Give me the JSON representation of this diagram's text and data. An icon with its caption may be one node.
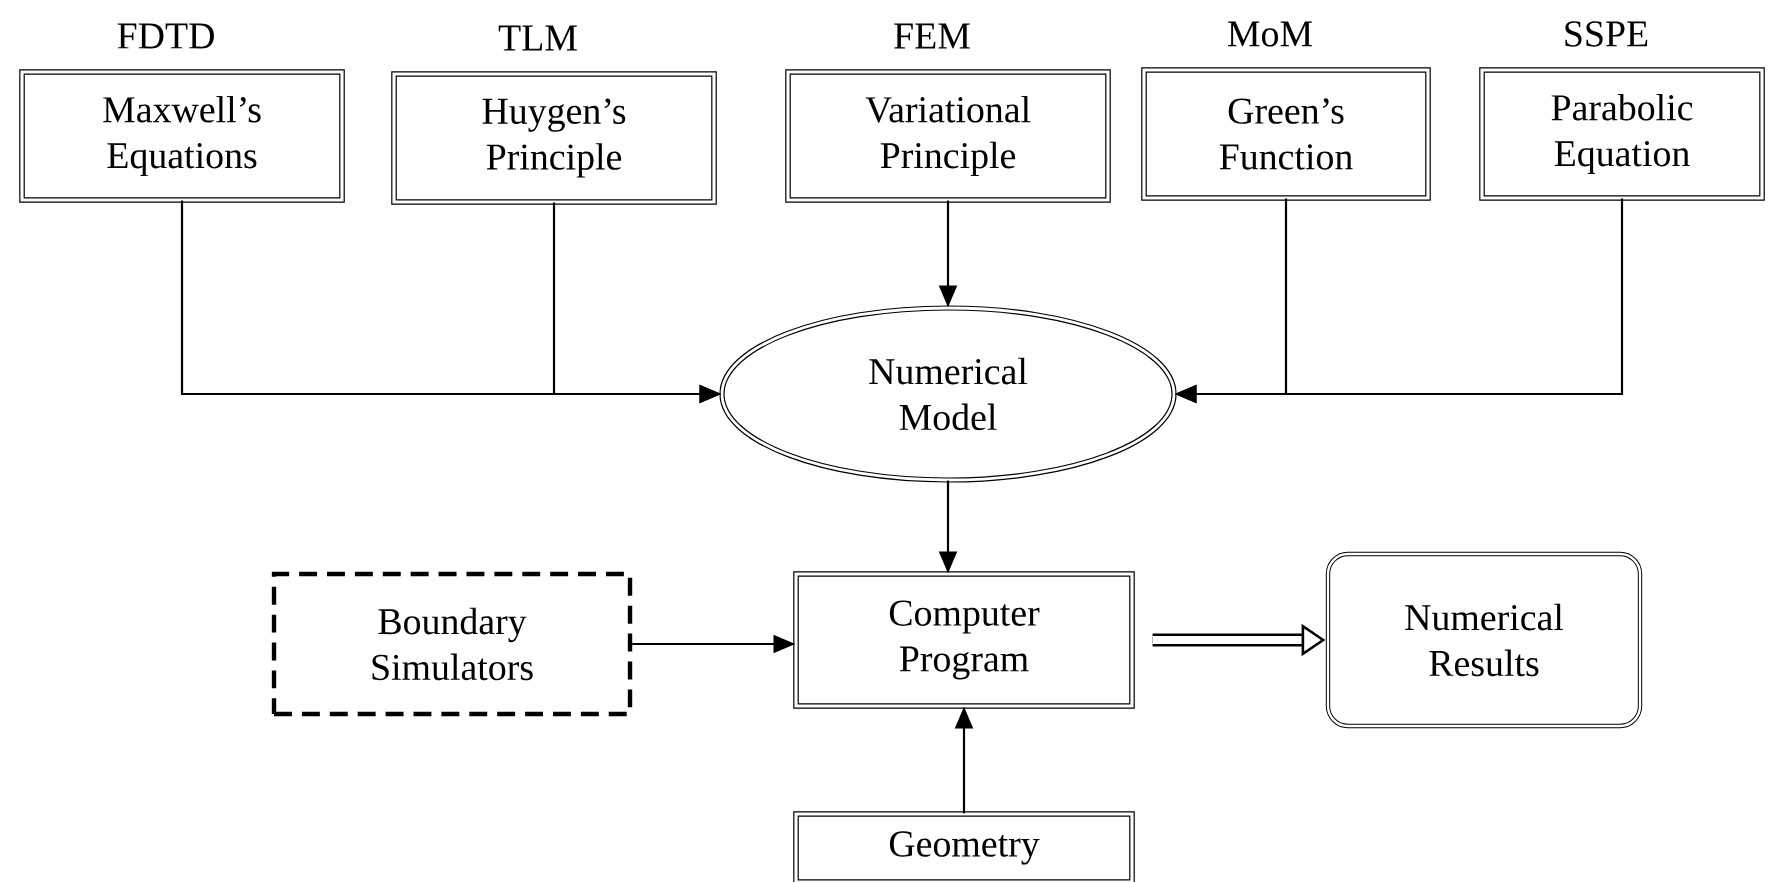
{
  "diagram": {
    "nodes": [
      {
        "text": [
          "FDTD",
          "Maxwell’s Equations"
        ]
      },
      {
        "text": [
          "TLM",
          "Huygen’s Principle"
        ]
      },
      {
        "text": [
          "FEM",
          "Variational Principle"
        ]
      },
      {
        "text": [
          "MoM",
          "Green’s Function"
        ]
      },
      {
        "text": [
          "SSPE",
          "Parabolic Equation"
        ]
      },
      {
        "text": [
          "Numerical Model"
        ]
      },
      {
        "text": [
          "Boundary Simulators"
        ]
      },
      {
        "text": [
          "Computer Program"
        ]
      },
      {
        "text": [
          "Numerical Results"
        ]
      },
      {
        "text": [
          "Geometry"
        ]
      }
    ],
    "edges": [
      {
        "from": 0,
        "to": 5,
        "arrow": "to"
      },
      {
        "from": 1,
        "to": 5,
        "arrow": "to"
      },
      {
        "from": 2,
        "to": 5,
        "arrow": "to"
      },
      {
        "from": 3,
        "to": 5,
        "arrow": "to"
      },
      {
        "from": 4,
        "to": 5,
        "arrow": "to"
      },
      {
        "from": 5,
        "to": 7,
        "arrow": "to"
      },
      {
        "from": 6,
        "to": 7,
        "arrow": "to"
      },
      {
        "from": 7,
        "to": 8,
        "arrow": "to",
        "style": "thick"
      },
      {
        "from": 9,
        "to": 7,
        "arrow": "to"
      }
    ]
  }
}
